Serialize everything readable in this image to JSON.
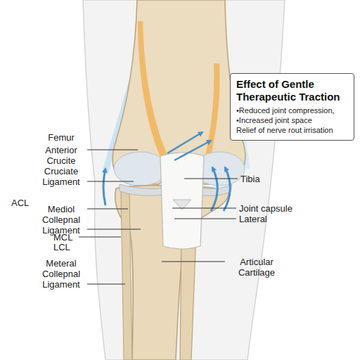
{
  "diagram": {
    "nodes": [
      {
        "text": [
          "Effect of Gentle Therapeutic Traction",
          "•Reduced joint compression,",
          "•Increased joint space",
          "Relief of nerve rout irrisation"
        ]
      }
    ],
    "labels": [
      "Femur",
      "Anterior Crucite Cruciate Ligament",
      "ACL",
      "Mediol Collepnal Ligament",
      "MCL",
      "LCL",
      "Meteral Collepnal Ligament",
      "Tibia",
      "Joint capsule",
      "Lateral",
      "Articular Cartilage"
    ]
  }
}
